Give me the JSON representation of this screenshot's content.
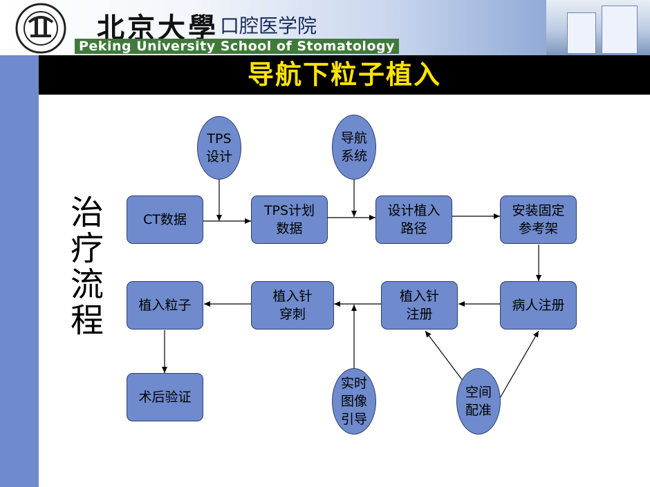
{
  "header": {
    "university_cn": "北京大學",
    "school_cn": "口腔医学院",
    "school_en": "Peking University School of Stomatology"
  },
  "slide": {
    "title": "导航下粒子植入",
    "side_label": "治疗流程"
  },
  "nodes": {
    "ct_data": "CT数据",
    "tps_plan_data": "TPS计划\n数据",
    "design_path": "设计植入\n路径",
    "install_frame": "安装固定\n参考架",
    "patient_registration": "病人注册",
    "needle_register": "植入针\n注册",
    "needle_puncture": "植入针\n穿刺",
    "implant_seeds": "植入粒子",
    "postop_verify": "术后验证"
  },
  "ovals": {
    "tps_design": "TPS\n设计",
    "nav_system": "导航\n系统",
    "realtime_guide": "实时\n图像\n引导",
    "spatial_registration": "空间\n配准"
  },
  "colors": {
    "accent": "#6f8bcd",
    "title_text": "#ffe400",
    "title_bar": "#000000"
  }
}
